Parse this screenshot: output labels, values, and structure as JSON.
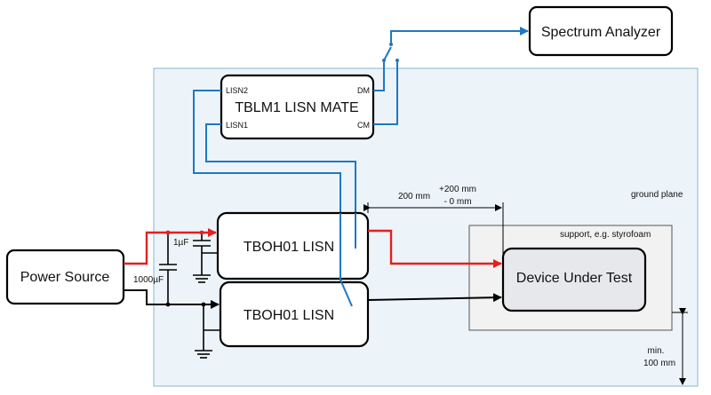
{
  "blocks": {
    "spectrum_analyzer": "Spectrum Analyzer",
    "lisn_mate": "TBLM1 LISN MATE",
    "lisn_top": "TBOH01 LISN",
    "lisn_bottom": "TBOH01 LISN",
    "power_source": "Power Source",
    "dut": "Device Under Test"
  },
  "ports": {
    "lisn2": "LISN2",
    "lisn1": "LISN1",
    "dm": "DM",
    "cm": "CM"
  },
  "labels": {
    "ground_plane": "ground plane",
    "support": "support, e.g. styrofoam",
    "cap_small": "1µF",
    "cap_large": "1000µF",
    "distance_nominal": "200 mm",
    "distance_tol_plus": "+200 mm",
    "distance_tol_minus": "- 0 mm",
    "height_min": "min.",
    "height_value": "100 mm"
  },
  "colors": {
    "ground_plane_fill": "#ecf4f9",
    "ground_plane_stroke": "#8db4cc",
    "support_fill": "#f2f2f2",
    "dut_fill": "#e6e8ec",
    "cable_blue": "#1f77c4",
    "wire_red": "#e61e1e",
    "wire_black": "#000000"
  }
}
